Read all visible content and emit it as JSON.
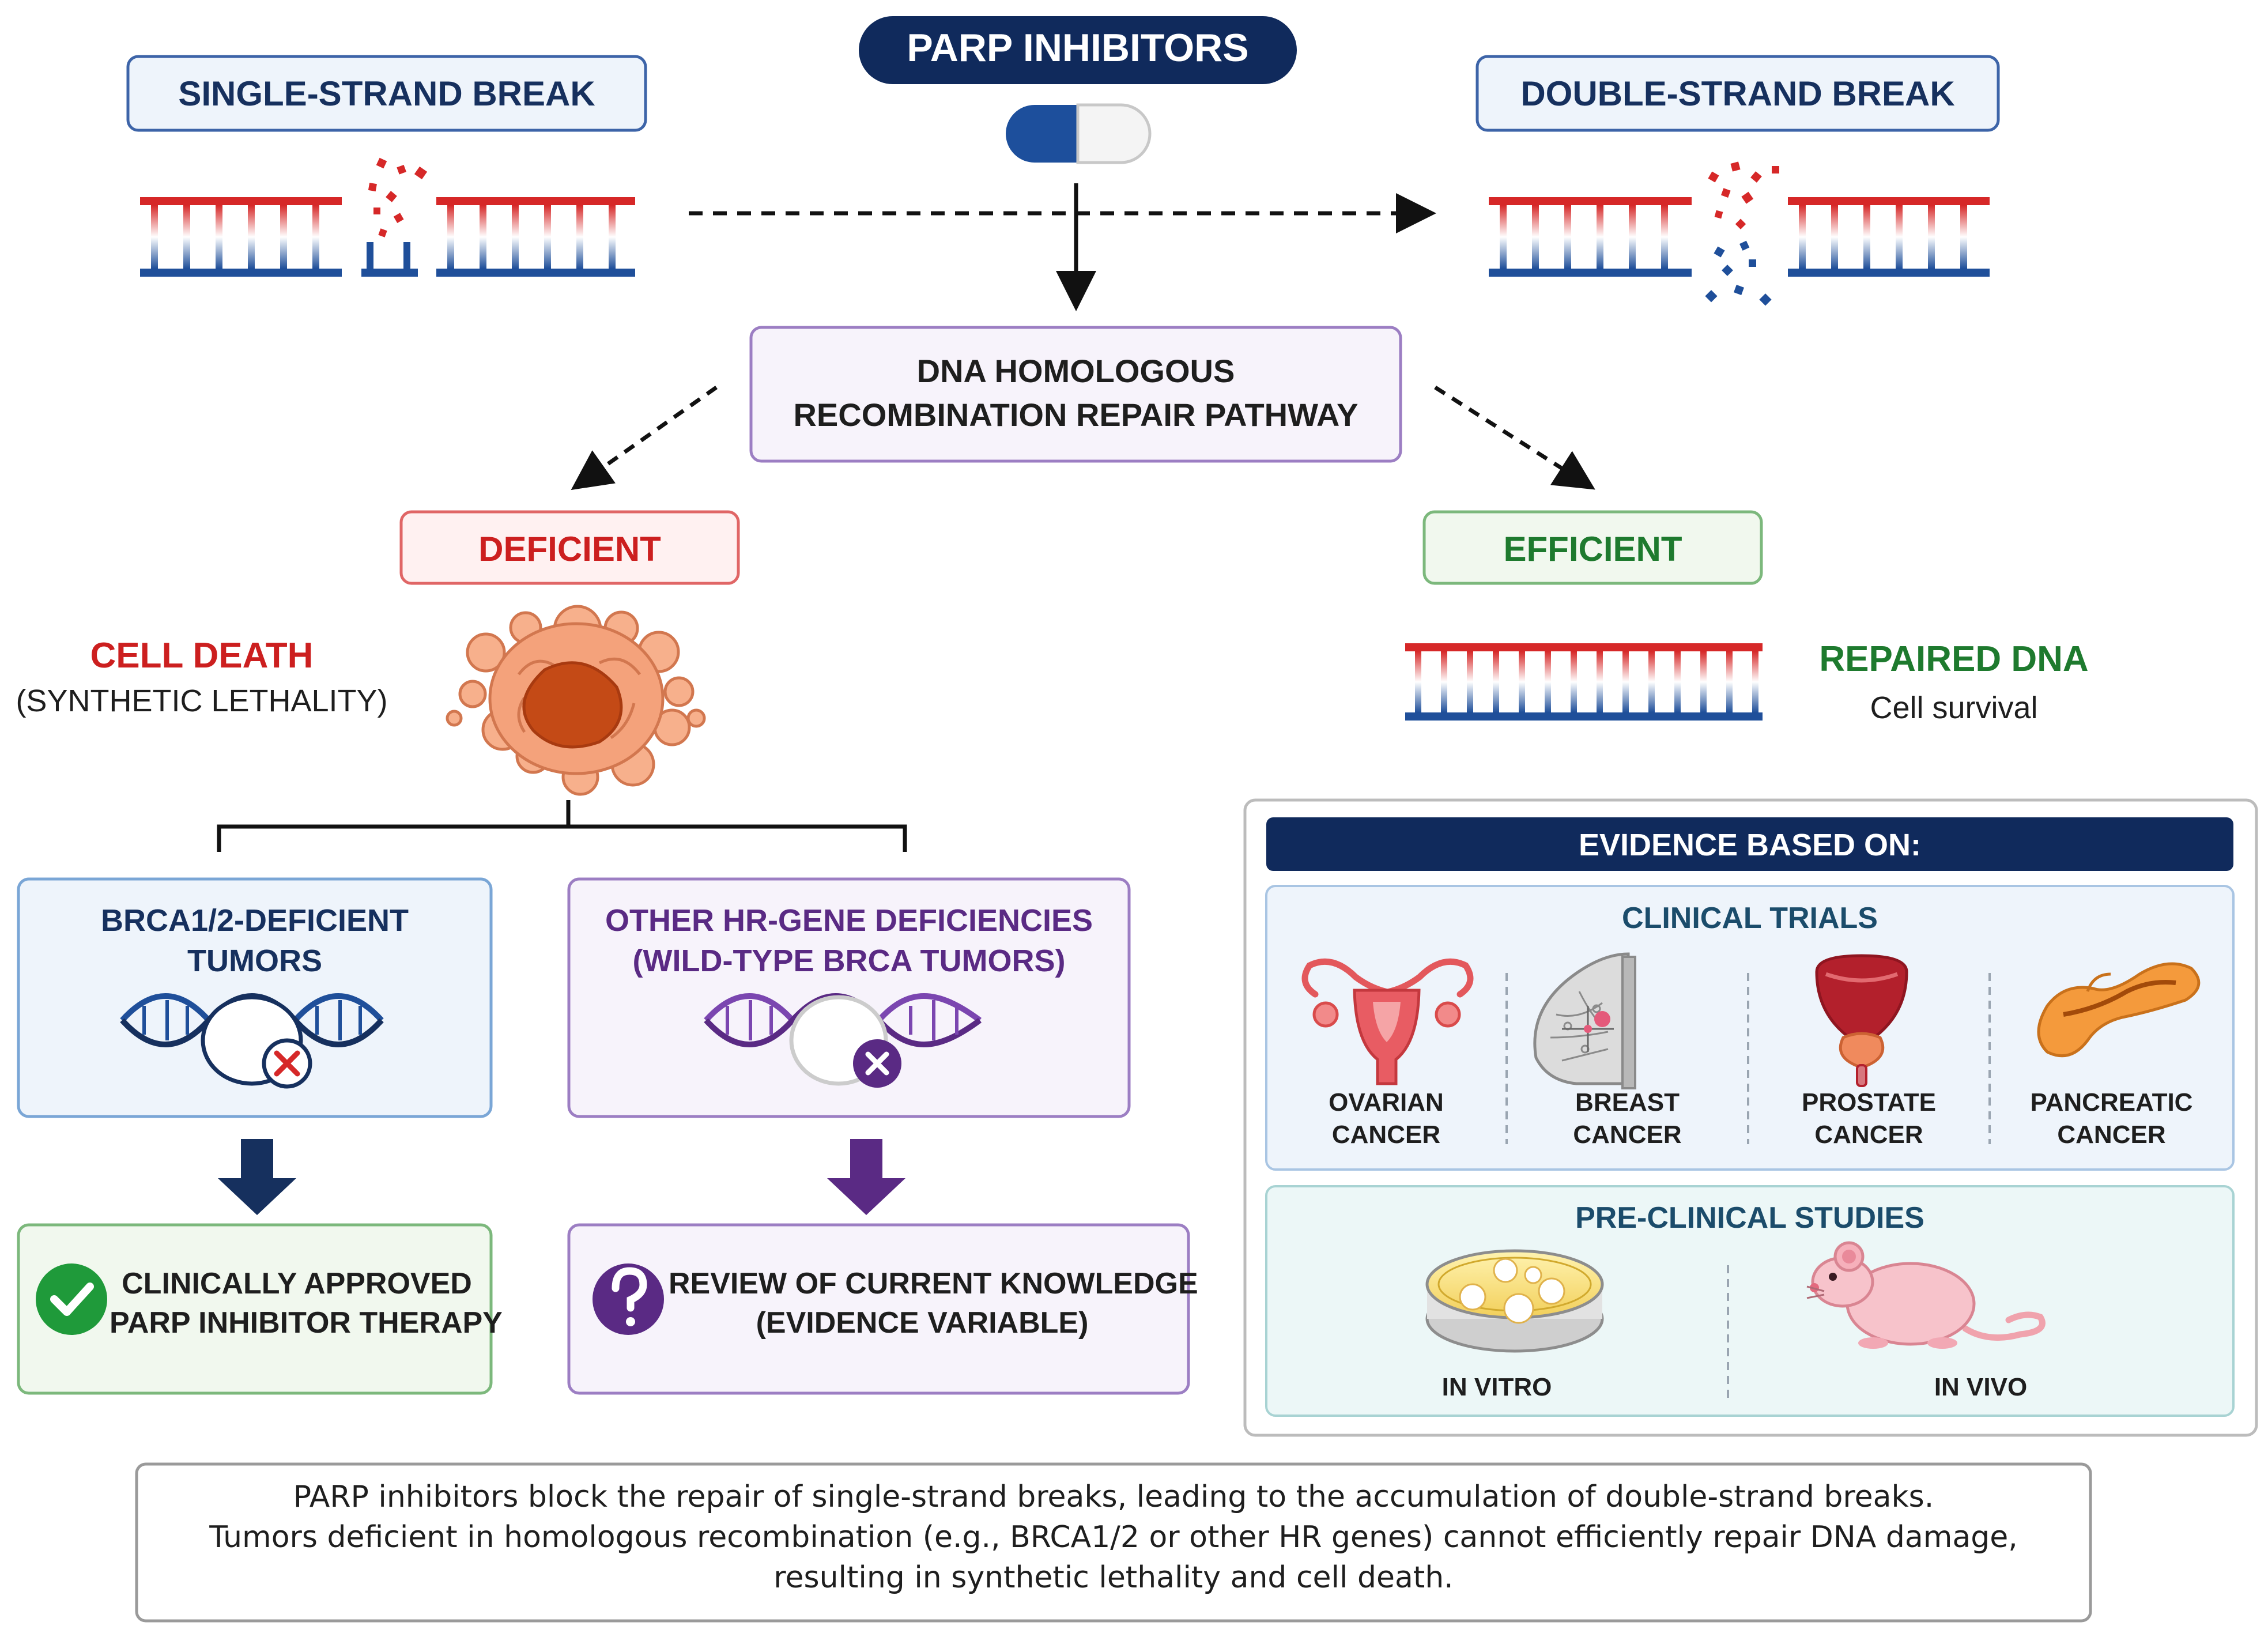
{
  "header": {
    "parp_title": "PARP INHIBITORS",
    "single_strand": "SINGLE-STRAND BREAK",
    "double_strand": "DOUBLE-STRAND BREAK"
  },
  "pathway": {
    "line1": "DNA HOMOLOGOUS",
    "line2": "RECOMBINATION REPAIR PATHWAY"
  },
  "deficient": {
    "label": "DEFICIENT",
    "death_title": "CELL DEATH",
    "death_sub": "(SYNTHETIC LETHALITY)"
  },
  "efficient": {
    "label": "EFFICIENT",
    "repaired_title": "REPAIRED DNA",
    "repaired_sub": "Cell survival"
  },
  "brca_box": {
    "line1": "BRCA1/2-DEFICIENT",
    "line2": "TUMORS"
  },
  "hr_box": {
    "line1": "OTHER HR-GENE DEFICIENCIES",
    "line2": "(WILD-TYPE BRCA TUMORS)"
  },
  "approved_box": {
    "line1": "CLINICALLY APPROVED",
    "line2": "PARP INHIBITOR THERAPY"
  },
  "review_box": {
    "line1": "REVIEW OF CURRENT KNOWLEDGE",
    "line2": "(EVIDENCE VARIABLE)"
  },
  "evidence": {
    "title": "EVIDENCE BASED ON:",
    "clinical_title": "CLINICAL TRIALS",
    "clinical_items": [
      {
        "line1": "OVARIAN",
        "line2": "CANCER",
        "icon": "uterus-ovaries-icon"
      },
      {
        "line1": "BREAST",
        "line2": "CANCER",
        "icon": "breast-icon"
      },
      {
        "line1": "PROSTATE",
        "line2": "CANCER",
        "icon": "prostate-icon"
      },
      {
        "line1": "PANCREATIC",
        "line2": "CANCER",
        "icon": "pancreas-icon"
      }
    ],
    "preclinical_title": "PRE-CLINICAL STUDIES",
    "preclinical_items": [
      {
        "label": "IN VITRO",
        "icon": "petri-dish-icon"
      },
      {
        "label": "IN VIVO",
        "icon": "mouse-icon"
      }
    ]
  },
  "footer": {
    "line1": "PARP inhibitors block the repair of single-strand breaks, leading to the accumulation of double-strand breaks.",
    "line2": "Tumors deficient in homologous recombination (e.g., BRCA1/2 or other HR genes) cannot efficiently repair DNA damage,",
    "line3": "resulting in synthetic lethality and cell death."
  },
  "colors": {
    "navy": "#16305e",
    "dna_red": "#d62828",
    "dna_blue": "#1f4f9a",
    "deficient_red": "#cc1f1f",
    "efficient_green": "#1e7a2e",
    "purple": "#5a2a84",
    "tissue_orange": "#f4a27b"
  }
}
